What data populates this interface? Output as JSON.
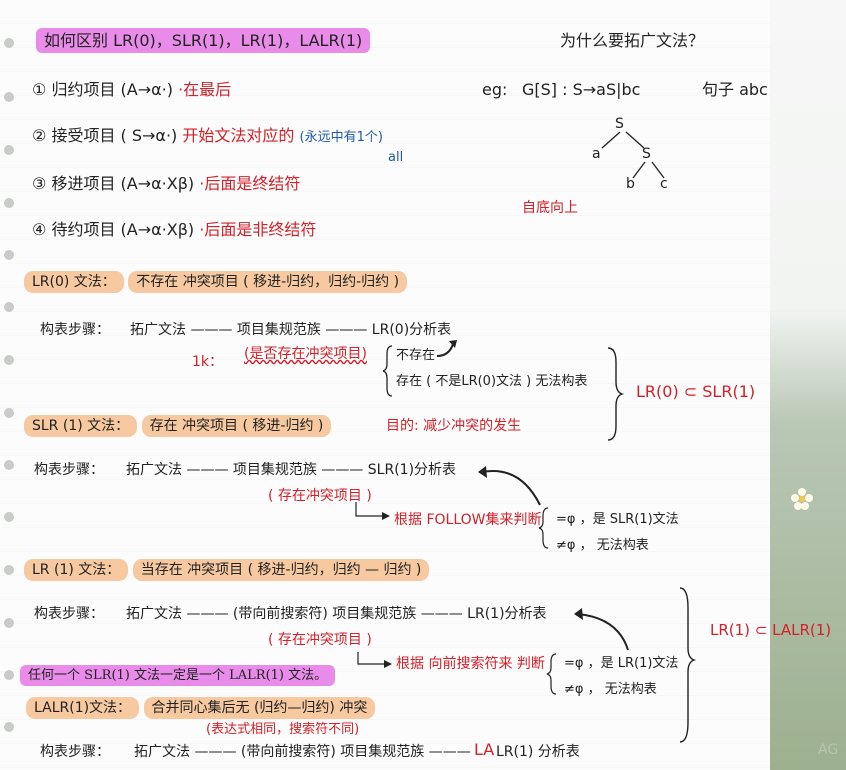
{
  "title": "如何区别 LR(0)，SLR(1)，LR(1)，LALR(1)",
  "question": "为什么要拓广文法？",
  "items": [
    {
      "num": "①",
      "text": "归约项目 (A→α·)",
      "note": "·在最后"
    },
    {
      "num": "②",
      "text": "接受项目 ( S→α·)",
      "note": "开始文法对应的",
      "note2": "(永远中有1个)",
      "note3": "all"
    },
    {
      "num": "③",
      "text": "移进项目 (A→α·Xβ)",
      "note": "·后面是终结符"
    },
    {
      "num": "④",
      "text": "待约项目 (A→α·Xβ)",
      "note": "·后面是非终结符"
    }
  ],
  "example": {
    "label": "eg:",
    "grammar": "G[S] : S→aS|bc",
    "sentence": "句子 abc",
    "tree_nodes": [
      "S",
      "a",
      "S",
      "b",
      "c"
    ],
    "note": "自底向上"
  },
  "lr0": {
    "label": "LR(0) 文法：",
    "condition": "不存在 冲突项目 ( 移进-归约，归约-归约 )",
    "steps_label": "构表步骤：",
    "steps": "拓广文法 ——— 项目集规范族 ——— LR(0)分析表",
    "judge_label": "1k：",
    "judge": "(是否存在冲突项目)",
    "branch_no": "不存在",
    "branch_yes": "存在 ( 不是LR(0)文法 )  无法构表"
  },
  "relation1": "LR(0) ⊂ SLR(1)",
  "slr": {
    "label": "SLR (1) 文法：",
    "condition": "存在 冲突项目 ( 移进-归约 )",
    "purpose": "目的: 减少冲突的发生",
    "steps_label": "构表步骤：",
    "steps": "拓广文法 ——— 项目集规范族 ——— SLR(1)分析表",
    "conflict": "( 存在冲突项目 )",
    "judge": "根据 FOLLOW集来判断",
    "res_eq": "=φ ，是 SLR(1)文法",
    "res_ne": "≠φ ， 无法构表"
  },
  "lr1": {
    "label": "LR (1) 文法：",
    "condition": "当存在 冲突项目 ( 移进-归约，归约 — 归约 )",
    "steps_label": "构表步骤：",
    "steps": "拓广文法 ——— (带向前搜索符) 项目集规范族 ——— LR(1)分析表",
    "conflict": "( 存在冲突项目 )",
    "judge": "根据 向前搜索符来 判断",
    "res_eq": "=φ ，是 LR(1)文法",
    "res_ne": "≠φ ， 无法构表"
  },
  "relation2": "LR(1) ⊂ LALR(1)",
  "highlight_note": "任何一个 SLR(1) 文法一定是一个 LALR(1) 文法。",
  "lalr": {
    "label": "LALR(1)文法：",
    "condition": "合并同心集后无 (归约—归约) 冲突",
    "note": "(表达式相同，搜索符不同)",
    "steps_label": "构表步骤：",
    "steps": "拓广文法 ——— (带向前搜索符) 项目集规范族 ———",
    "la": "LA",
    "tail": "LR(1) 分析表"
  },
  "watermark": "AG"
}
